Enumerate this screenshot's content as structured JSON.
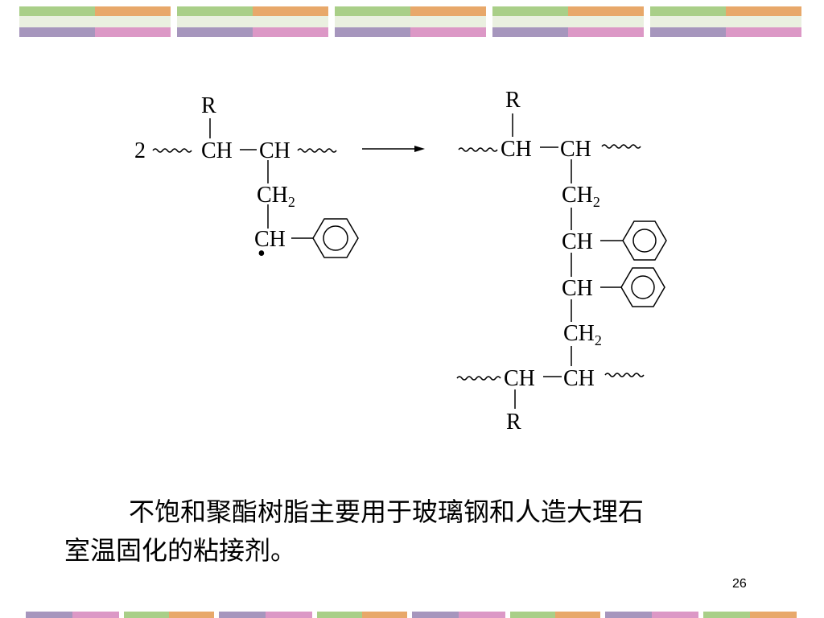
{
  "colors": {
    "green": "#a9cf88",
    "orange": "#e8a86a",
    "purple": "#a696bd",
    "pink": "#dc98c6",
    "light_green": "#d9ecc8",
    "light_pink": "#f4d6e8"
  },
  "reaction": {
    "coefficient": "2",
    "R": "R",
    "CH": "CH",
    "CH2_main": "CH",
    "sub_2": "2",
    "radical_dot": "•",
    "arrow": "⟶"
  },
  "body": {
    "text_line1": "不饱和聚酯树脂主要用于玻璃钢和人造大理石",
    "text_line2": "室温固化的粘接剂。"
  },
  "footer": {
    "page_number": "26"
  }
}
